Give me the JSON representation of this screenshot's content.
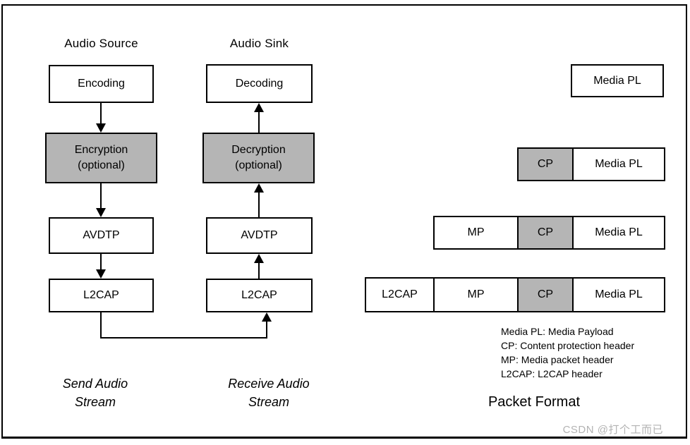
{
  "source_column": {
    "header": "Audio Source",
    "encoding": "Encoding",
    "encryption_line1": "Encryption",
    "encryption_line2": "(optional)",
    "avdtp": "AVDTP",
    "l2cap": "L2CAP",
    "caption_line1": "Send Audio",
    "caption_line2": "Stream"
  },
  "sink_column": {
    "header": "Audio Sink",
    "decoding": "Decoding",
    "decryption_line1": "Decryption",
    "decryption_line2": "(optional)",
    "avdtp": "AVDTP",
    "l2cap": "L2CAP",
    "caption_line1": "Receive Audio",
    "caption_line2": "Stream"
  },
  "packet_format": {
    "title": "Packet Format",
    "rows": [
      {
        "segments": [
          {
            "label": "Media PL",
            "shaded": false
          }
        ]
      },
      {
        "segments": [
          {
            "label": "CP",
            "shaded": true
          },
          {
            "label": "Media PL",
            "shaded": false
          }
        ]
      },
      {
        "segments": [
          {
            "label": "MP",
            "shaded": false
          },
          {
            "label": "CP",
            "shaded": true
          },
          {
            "label": "Media PL",
            "shaded": false
          }
        ]
      },
      {
        "segments": [
          {
            "label": "L2CAP",
            "shaded": false
          },
          {
            "label": "MP",
            "shaded": false
          },
          {
            "label": "CP",
            "shaded": true
          },
          {
            "label": "Media PL",
            "shaded": false
          }
        ]
      }
    ],
    "legend": [
      "Media PL: Media Payload",
      "CP: Content protection header",
      "MP: Media packet header",
      "L2CAP: L2CAP header"
    ]
  },
  "watermark": "CSDN @打个工而已",
  "colors": {
    "shaded_fill": "#b5b5b5",
    "line": "#000000",
    "watermark": "#b3b3b3"
  }
}
